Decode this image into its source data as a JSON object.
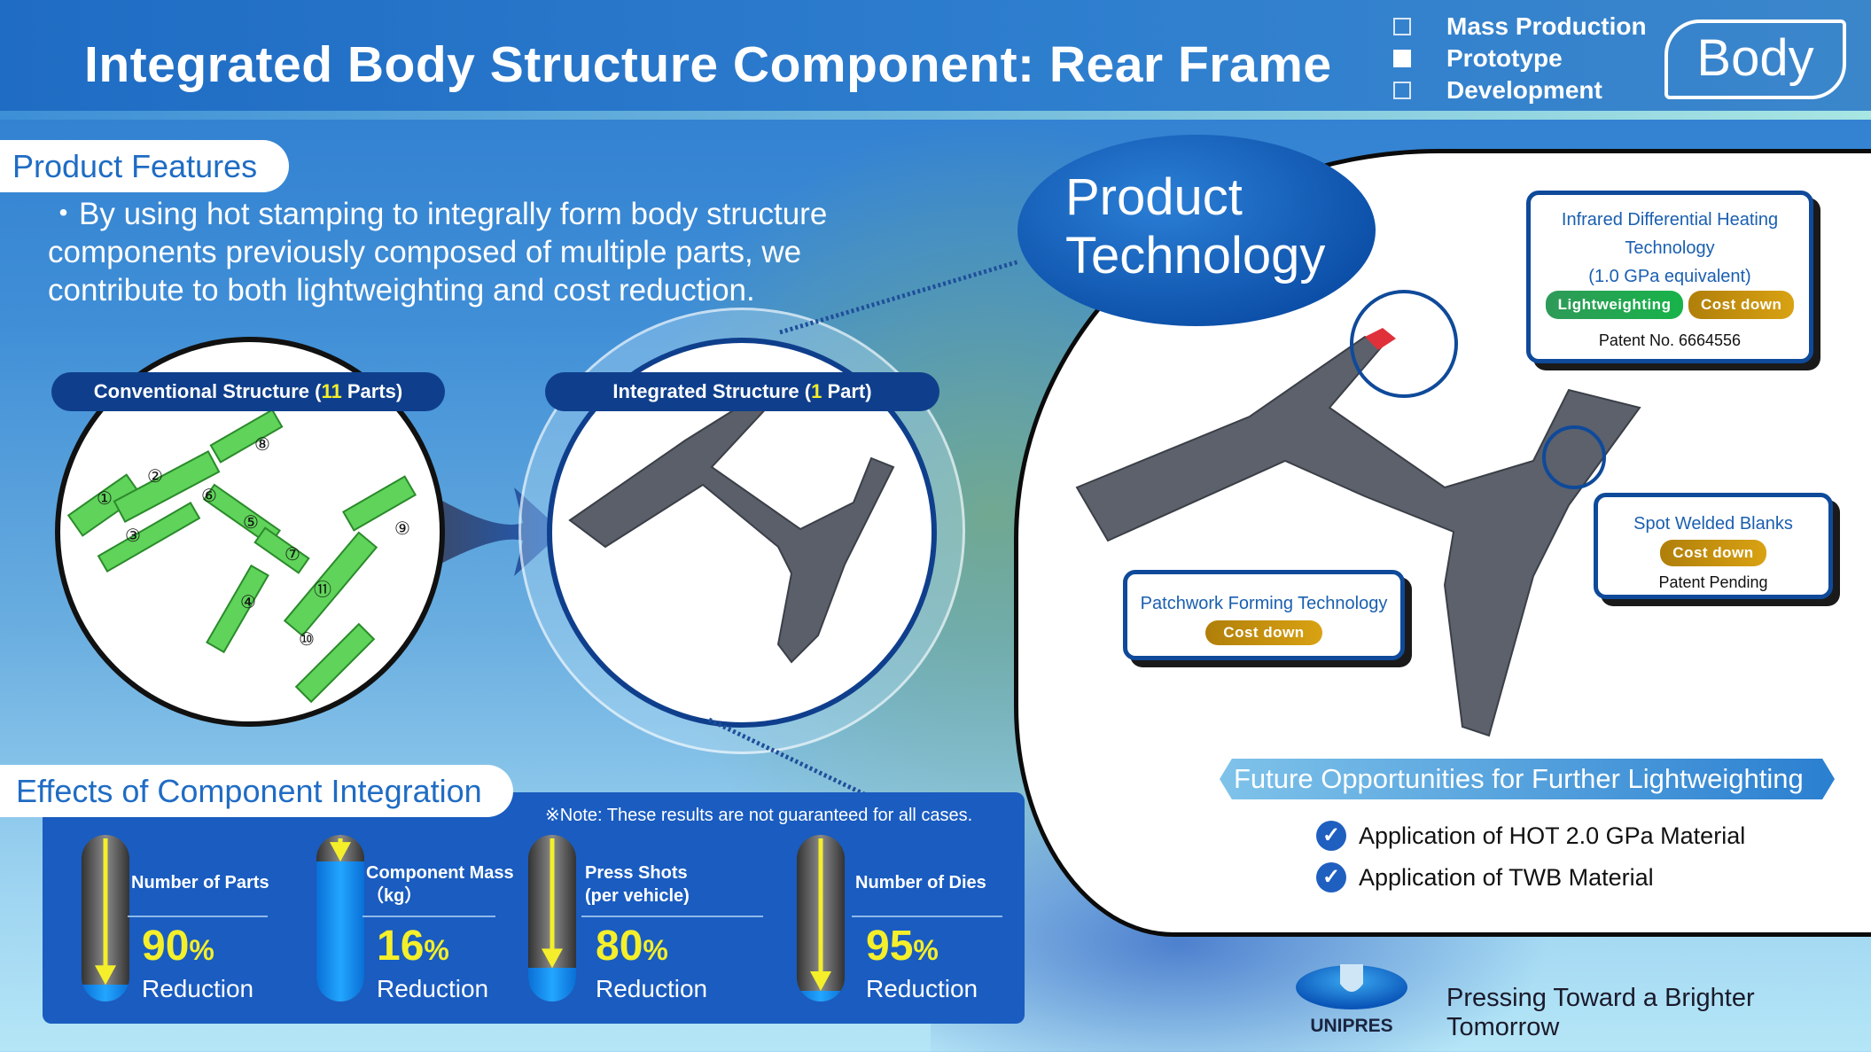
{
  "header": {
    "title": "Integrated Body Structure Component: Rear Frame",
    "stages": [
      {
        "label": "Mass Production",
        "checked": false
      },
      {
        "label": "Prototype",
        "checked": true
      },
      {
        "label": "Development",
        "checked": false
      }
    ],
    "category": "Body"
  },
  "features": {
    "heading": "Product Features",
    "text": "・By using hot stamping to integrally form body structure components previously composed of multiple parts, we contribute to both lightweighting and cost reduction."
  },
  "conventional": {
    "label_pre": "Conventional Structure (",
    "count": "11",
    "label_post": " Parts)",
    "part_numbers": [
      "①",
      "②",
      "③",
      "④",
      "⑤",
      "⑥",
      "⑦",
      "⑧",
      "⑨",
      "⑩",
      "⑪"
    ]
  },
  "integrated": {
    "label_pre": "Integrated Structure (",
    "count": "1",
    "label_post": " Part)"
  },
  "technology": {
    "heading_line1": "Product",
    "heading_line2": "Technology",
    "infrared": {
      "line1": "Infrared Differential Heating",
      "line2": "Technology",
      "line3": "(1.0 GPa equivalent)",
      "tag1": "Lightweighting",
      "tag2": "Cost down",
      "patent": "Patent No. 6664556"
    },
    "spot": {
      "title": "Spot Welded Blanks",
      "tag": "Cost down",
      "patent": "Patent Pending"
    },
    "patchwork": {
      "title": "Patchwork Forming  Technology",
      "tag": "Cost down"
    }
  },
  "future": {
    "heading": "Future Opportunities for Further Lightweighting",
    "items": [
      "Application of HOT 2.0 GPa Material",
      "Application of TWB Material"
    ]
  },
  "effects": {
    "heading": "Effects of Component Integration",
    "note": "※Note: These results are not guaranteed for all cases.",
    "items": [
      {
        "label1": "Number of Parts",
        "label2": "",
        "value": "90",
        "unit": "%",
        "reduction": "Reduction",
        "percent": 90
      },
      {
        "label1": "Component Mass",
        "label2": "（kg）",
        "value": "16",
        "unit": "%",
        "reduction": "Reduction",
        "percent": 16
      },
      {
        "label1": "Press Shots",
        "label2": " (per vehicle)",
        "value": "80",
        "unit": "%",
        "reduction": "Reduction",
        "percent": 80
      },
      {
        "label1": "Number of Dies",
        "label2": "",
        "value": "95",
        "unit": "%",
        "reduction": "Reduction",
        "percent": 95
      }
    ]
  },
  "footer": {
    "logo": "UNIPRES",
    "tagline": "Pressing Toward a Brighter Tomorrow"
  },
  "colors": {
    "brand_blue": "#1f6cc4",
    "navy": "#0f3f8c",
    "yellow": "#f4ef2a",
    "green_tag": "#2e9a58",
    "orange_tag": "#c08d10"
  }
}
